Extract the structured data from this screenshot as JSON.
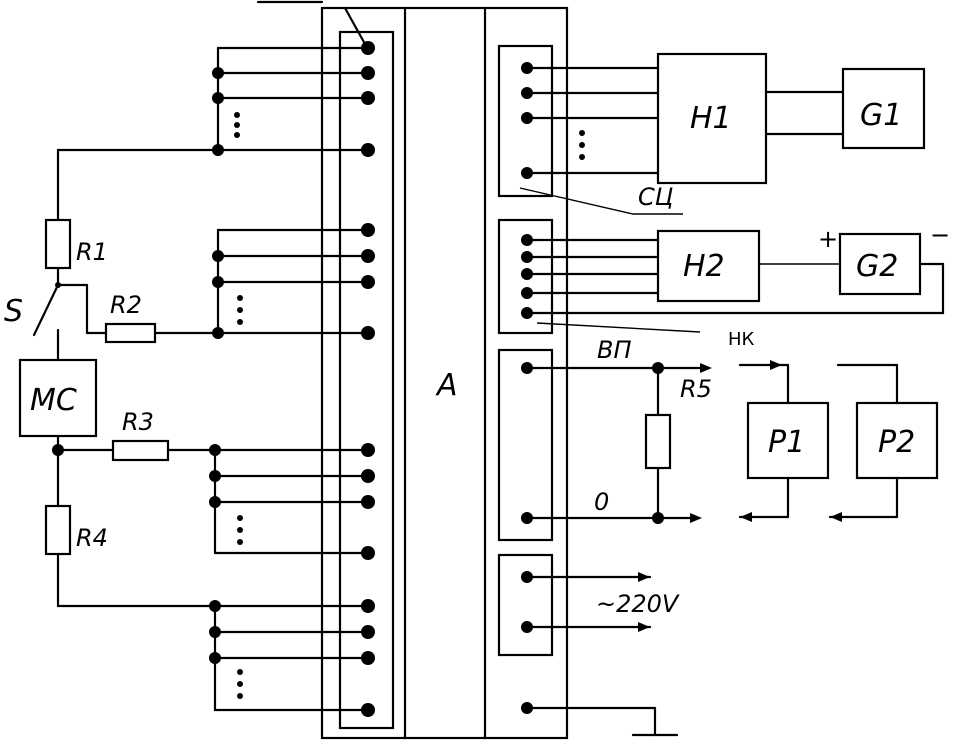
{
  "labels": {
    "a": "A",
    "h1": "H1",
    "h2": "H2",
    "g1": "G1",
    "g2": "G2",
    "p1": "P1",
    "p2": "P2",
    "mc": "MC",
    "r1": "R1",
    "r2": "R2",
    "r3": "R3",
    "r4": "R4",
    "r5": "R5",
    "s": "S",
    "sc": "СЦ",
    "nk": "НК",
    "vp": "ВП",
    "zero": "0",
    "mains": "~220V",
    "plus": "+",
    "minus": "−"
  }
}
